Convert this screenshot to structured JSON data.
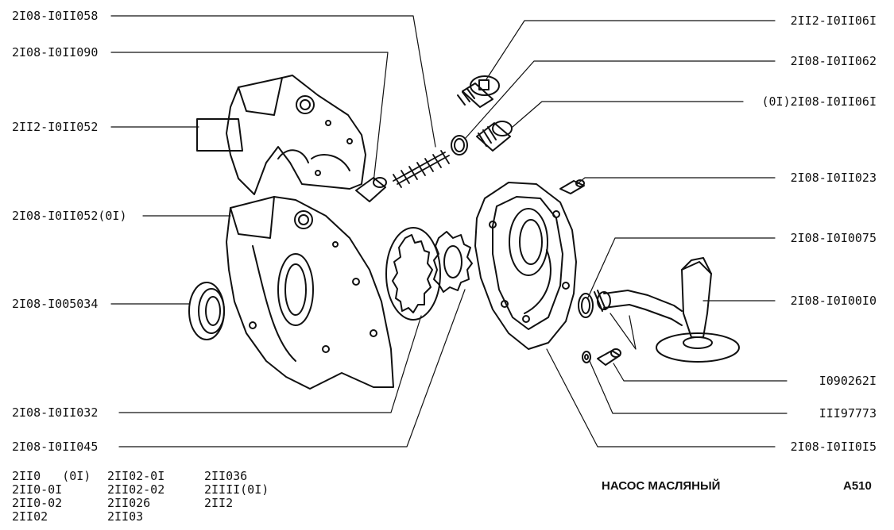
{
  "diagram": {
    "labels_left": [
      "2I08-I0II058",
      "2I08-I0II090",
      "2II2-I0II052",
      "2I08-I0II052(0I)",
      "2I08-I005034",
      "2I08-I0II032",
      "2I08-I0II045"
    ],
    "labels_right": [
      "2II2-I0II06I",
      "2I08-I0II062",
      "(0I)2I08-I0II06I",
      "2I08-I0II023",
      "2I08-I0I0075",
      "2I08-I0I00I0",
      "I090262I",
      "III97773",
      "2I08-I0II0I5"
    ]
  },
  "models": {
    "col1": [
      "2II0   (0I)",
      "2II0-0I",
      "2II0-02",
      "2II02"
    ],
    "col2": [
      "2II02-0I",
      "2II02-02",
      "2II026",
      "2II03"
    ],
    "col3": [
      "2II036",
      "2IIII(0I)",
      "2II2"
    ]
  },
  "title": "НАСОС МАСЛЯНЫЙ",
  "code": "A510"
}
